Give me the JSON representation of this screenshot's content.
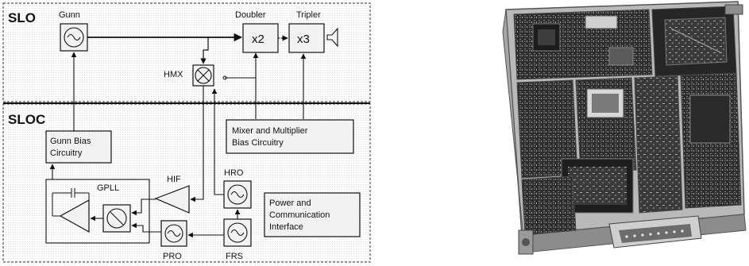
{
  "diagram": {
    "slo_label": "SLO",
    "sloc_label": "SLOC",
    "gunn_label": "Gunn",
    "doubler_label": "Doubler",
    "tripler_label": "Tripler",
    "doubler_factor": "x2",
    "tripler_factor": "x3",
    "hmx_label": "HMX",
    "mixer_bias_line1": "Mixer and Multiplier",
    "mixer_bias_line2": "Bias Circuitry",
    "gunn_bias_line1": "Gunn Bias",
    "gunn_bias_line2": "Circuitry",
    "gpll_label": "GPLL",
    "hif_label": "HIF",
    "hro_label": "HRO",
    "pro_label": "PRO",
    "frs_label": "FRS",
    "power_line1": "Power and",
    "power_line2": "Communication",
    "power_line3": "Interface"
  },
  "photo": {
    "subject": "circuit-board-module-photo"
  },
  "colors": {
    "line": "#111111",
    "box_fill": "#f2f2f2",
    "board_dark": "#2b2b2b",
    "board_light": "#8a8a8a"
  }
}
